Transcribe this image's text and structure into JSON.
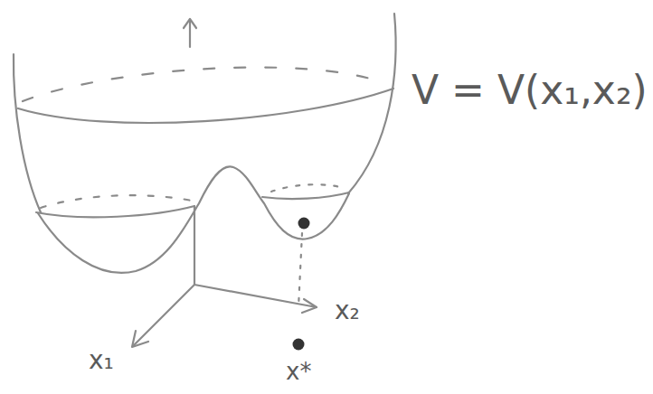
{
  "diagram": {
    "labels": [
      "V = V(x₁,x₂)",
      "x₂",
      "x₁",
      "x*"
    ]
  }
}
